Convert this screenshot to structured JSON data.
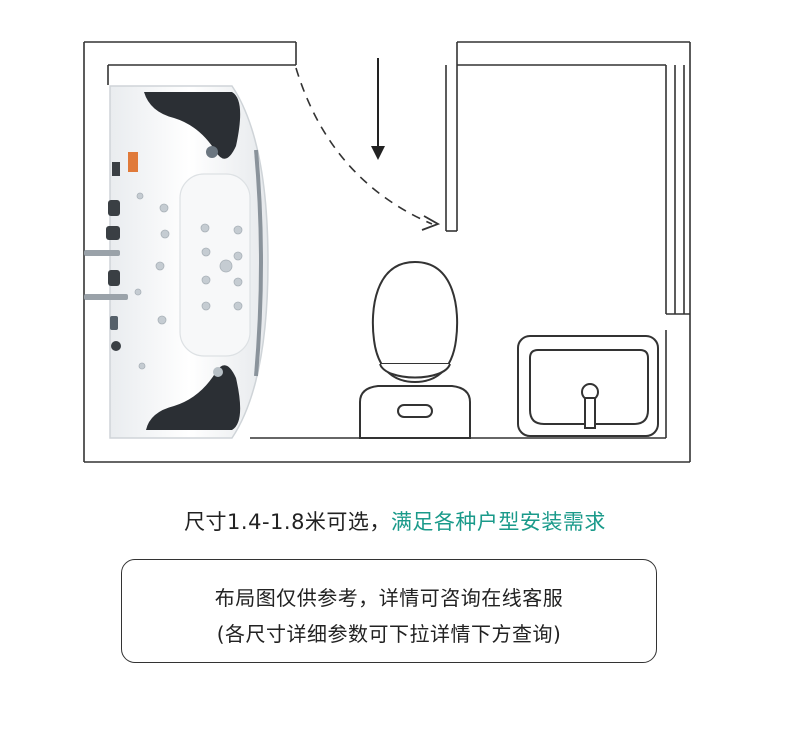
{
  "caption": {
    "prefix": "尺寸1.4-1.8米可选，",
    "highlight": "满足各种户型安装需求"
  },
  "notice": {
    "line1": "布局图仅供参考，详情可咨询在线客服",
    "line2": "(各尺寸详细参数可下拉详情下方查询)"
  },
  "colors": {
    "wall": "#333333",
    "highlight": "#1a9a8a",
    "tub_pillow": "#2b2f34"
  }
}
